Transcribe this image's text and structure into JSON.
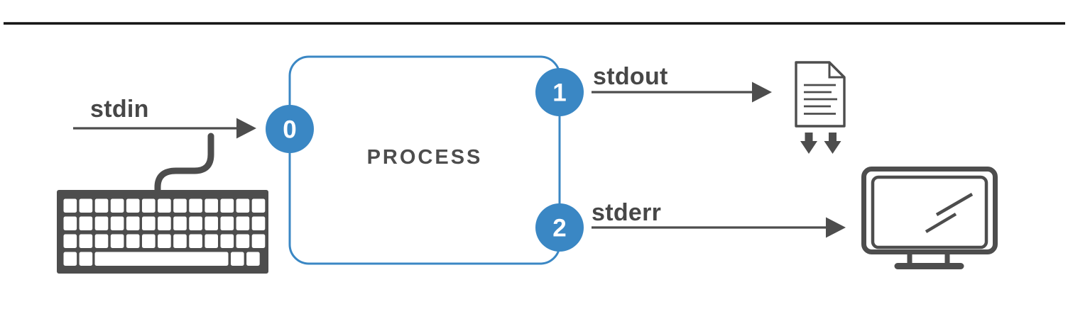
{
  "colors": {
    "accent_blue": "#3a87c4",
    "icon_gray": "#4d4d4d",
    "label_gray": "#474747",
    "rule_black": "#141414",
    "badge_text": "#ffffff"
  },
  "process": {
    "label": "PROCESS"
  },
  "streams": [
    {
      "fd": "0",
      "label": "stdin",
      "endpoint_icon": "keyboard-icon"
    },
    {
      "fd": "1",
      "label": "stdout",
      "endpoint_icon": "document-icon"
    },
    {
      "fd": "2",
      "label": "stderr",
      "endpoint_icon": "monitor-icon"
    }
  ]
}
